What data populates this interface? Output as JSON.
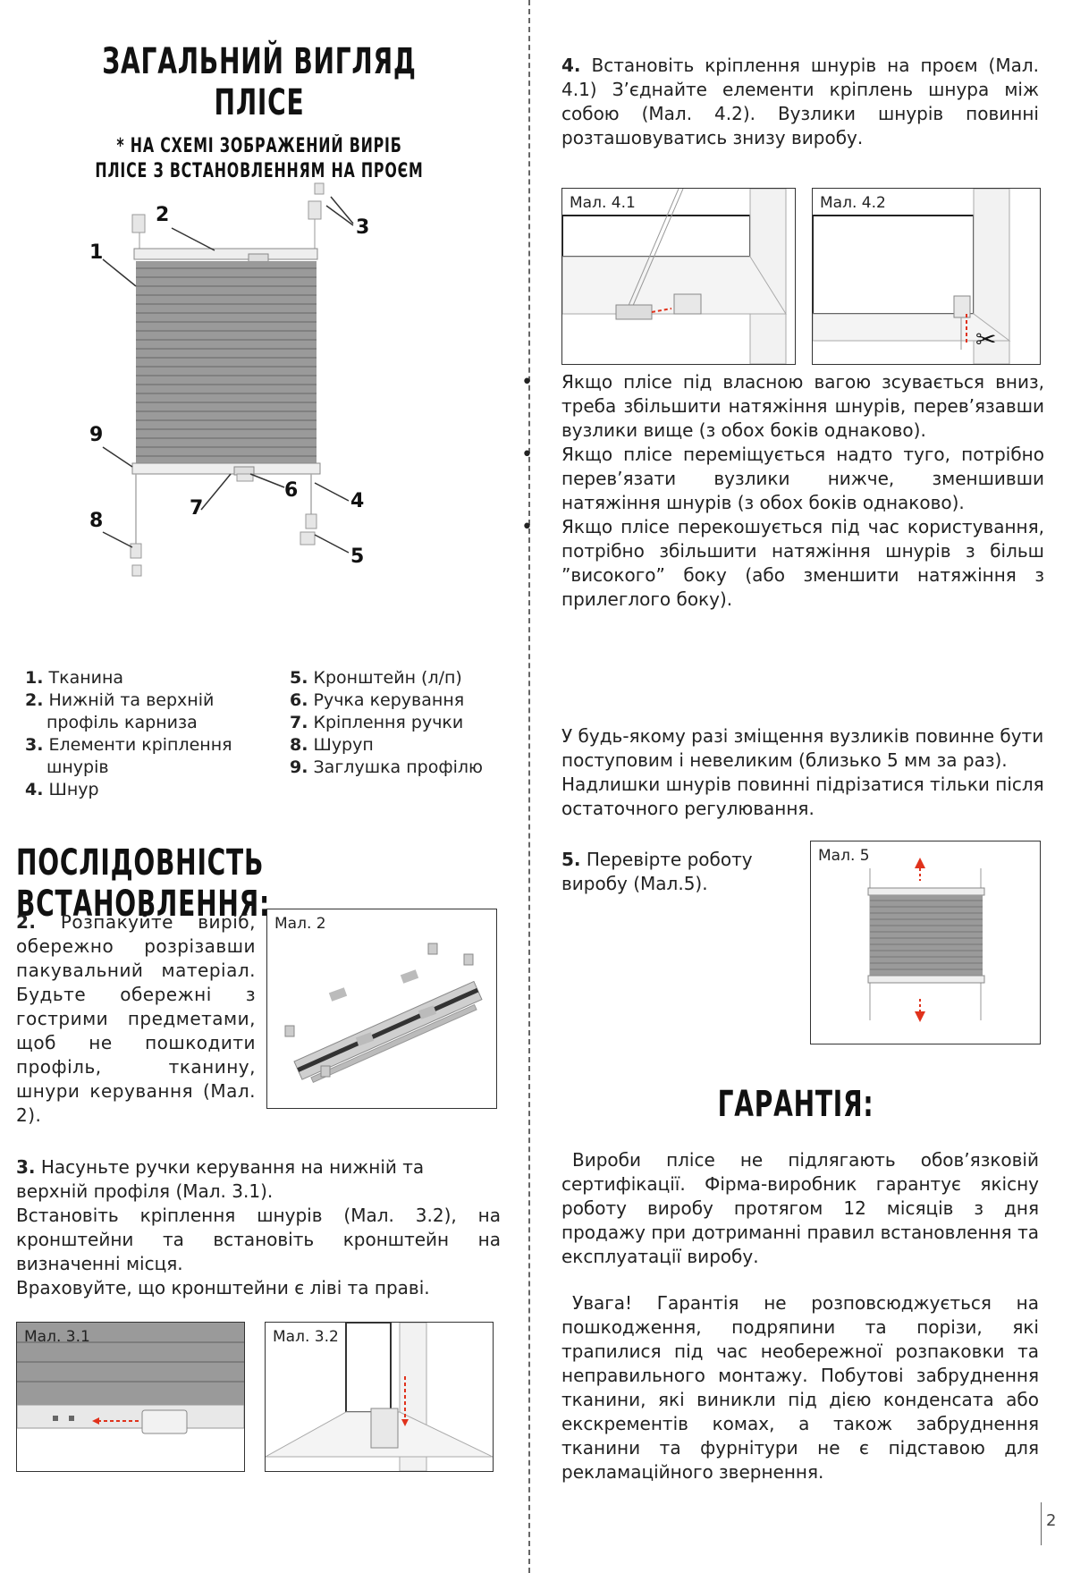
{
  "left": {
    "title": "ЗАГАЛЬНИЙ ВИГЛЯД ПЛІСЕ",
    "subtitle": "* НА СХЕМІ ЗОБРАЖЕНИЙ ВИРІБ ПЛІСЕ З ВСТАНОВЛЕННЯМ НА ПРОЄМ",
    "diagram_labels": [
      "1",
      "2",
      "3",
      "4",
      "5",
      "6",
      "7",
      "8",
      "9"
    ],
    "legend_left": [
      {
        "num": "1.",
        "text": "Тканина"
      },
      {
        "num": "2.",
        "text": "Нижній та верхній"
      },
      {
        "num": "",
        "text": "профіль карниза"
      },
      {
        "num": "3.",
        "text": "Елементи кріплення"
      },
      {
        "num": "",
        "text": "шнурів"
      },
      {
        "num": "4.",
        "text": "Шнур"
      }
    ],
    "legend_right": [
      {
        "num": "5.",
        "text": "Кронштейн (л/п)"
      },
      {
        "num": "6.",
        "text": "Ручка керування"
      },
      {
        "num": "7.",
        "text": "Кріплення ручки"
      },
      {
        "num": "8.",
        "text": "Шуруп"
      },
      {
        "num": "9.",
        "text": "Заглушка профілю"
      }
    ],
    "install_title": "ПОСЛІДОВНІСТЬ ВСТАНОВЛЕННЯ:",
    "step2_num": "2.",
    "step2_text": "Розпакуйте виріб, обережно розрізавши пакувальний матеріал. Будьте обережні з гострими предметами, щоб не пошкодити профіль, тканину, шнури керування (Мал. 2).",
    "fig2_caption": "Мал. 2",
    "step3_num": "3.",
    "step3_lines": [
      "Насуньте ручки керування на нижній та верхній профіля (Мал. 3.1).",
      "Встановіть кріплення шнурів (Мал. 3.2), на кронштейни та встановіть кронштейн на визначенні місця.",
      "Враховуйте, що кронштейни є ліві та праві."
    ],
    "fig31_caption": "Мал. 3.1",
    "fig32_caption": "Мал. 3.2"
  },
  "right": {
    "step4_num": "4.",
    "step4_text": "Встановіть кріплення шнурів на проєм (Мал. 4.1) З’єднайте елементи кріплень шнура між собою (Мал. 4.2). Вузлики шнурів повинні розташовуватись знизу виробу.",
    "fig41_caption": "Мал. 4.1",
    "fig42_caption": "Мал. 4.2",
    "bullets": [
      "Якщо плісе під власною вагою зсувається вниз, треба збільшити натяжіння шнурів, перев’язавши вузлики вище (з обох боків однаково).",
      "Якщо плісе переміщується надто туго, потрібно перев’язати вузлики нижче, зменшивши натяжіння шнурів (з обох боків однаково).",
      "Якщо плісе перекошується під час користування, потрібно збільшити натяжіння шнурів з більш ”високого” боку (або зменшити натяжіння з прилеглого боку)."
    ],
    "note_lines": [
      "У будь-якому разі зміщення вузликів повинне бути поступовим і невеликим (близько 5 мм за раз).",
      "Надлишки шнурів повинні підрізатися тільки після остаточного регулювання."
    ],
    "step5_num": "5.",
    "step5_text": "Перевірте роботу виробу (Мал.5).",
    "fig5_caption": "Мал. 5",
    "warranty_title": "ГАРАНТІЯ:",
    "warranty_p1": "Вироби плісе не підлягають обов’язковій сертифікації. Фірма-виробник гарантує якісну роботу виробу протягом 12 місяців з дня продажу при дотриманні правил встановлення та експлуатації виробу.",
    "warranty_p2": "Увага! Гарантія не розповсюджується на пошкодження, подряпини та порізи, які трапилися під час необережної розпаковки та неправильного монтажу. Побутові забруднення тканини, які виникли під дією конденсата або екскрементів комах, а також забруднення тканини та фурнітури не є підставою для рекламаційного звернення."
  },
  "page_number": "2",
  "colors": {
    "arrow": "#e0321c",
    "fabric": "#9a9a9a",
    "frame": "#cccccc"
  }
}
